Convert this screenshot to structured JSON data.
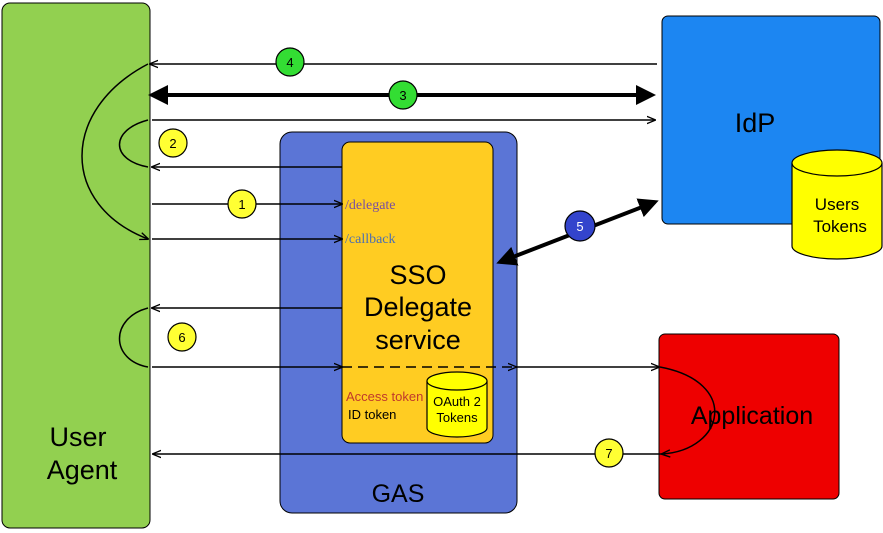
{
  "labels": {
    "user_agent_line1": "User",
    "user_agent_line2": "Agent",
    "idp": "IdP",
    "users_tokens_line1": "Users",
    "users_tokens_line2": "Tokens",
    "gas": "GAS",
    "sso_line1": "SSO",
    "sso_line2": "Delegate",
    "sso_line3": "service",
    "delegate_endpoint": "/delegate",
    "callback_endpoint": "/callback",
    "access_token": "Access token",
    "id_token": "ID token",
    "oauth_line1": "OAuth 2",
    "oauth_line2": "Tokens",
    "application": "Application"
  },
  "steps": [
    "1",
    "2",
    "3",
    "4",
    "5",
    "6",
    "7"
  ],
  "colors": {
    "user_agent": "#92D050",
    "idp": "#1C86F2",
    "gas": "#5B75D6",
    "sso": "#FFCC22",
    "db": "#FFFF00",
    "application": "#EE0000",
    "badge_green": "#33DD33",
    "badge_yellow": "#FFFF33",
    "badge_blue": "#3344CC",
    "delegate_text": "#7A4FA0",
    "callback_text": "#4C6FB0",
    "access_token_text": "#C0392B"
  }
}
